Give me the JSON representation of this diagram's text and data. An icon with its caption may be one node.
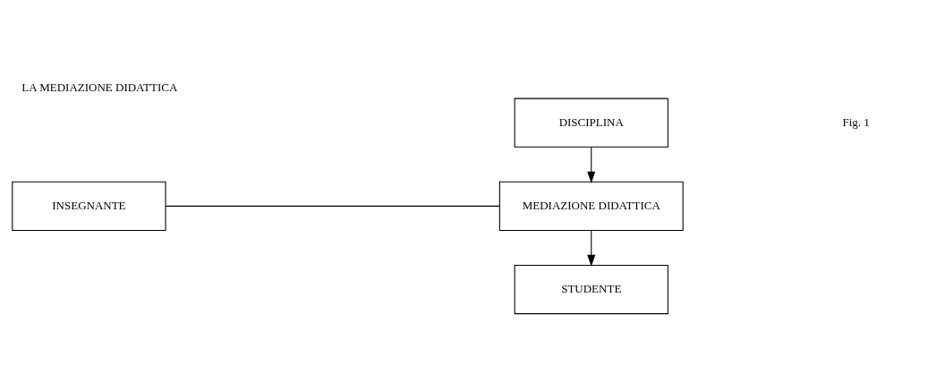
{
  "diagram": {
    "title": "LA MEDIAZIONE DIDATTICA",
    "nodes": [
      {
        "text": [
          "DISCIPLINA"
        ]
      },
      {
        "text": [
          "INSEGNANTE"
        ]
      },
      {
        "text": [
          "MEDIAZIONE DIDATTICA"
        ]
      },
      {
        "text": [
          "STUDENTE"
        ]
      }
    ],
    "edges": [
      {
        "from": 0,
        "to": 2,
        "arrow": "to"
      },
      {
        "from": 1,
        "to": 2,
        "arrow": "none"
      },
      {
        "from": 2,
        "to": 3,
        "arrow": "to"
      }
    ],
    "labels": [
      "Fig. 1"
    ]
  }
}
